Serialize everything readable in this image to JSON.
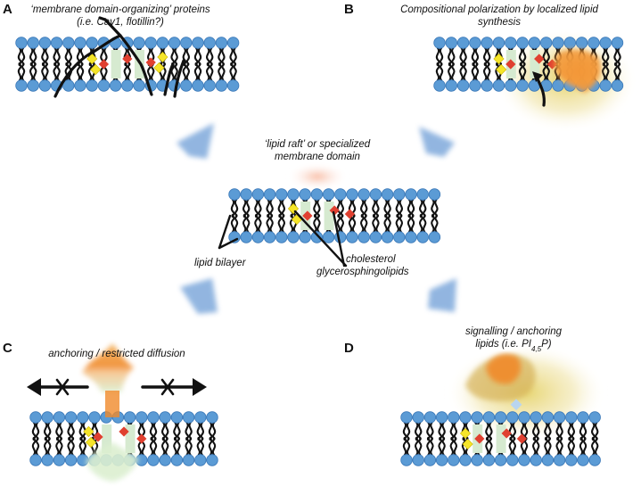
{
  "panels": {
    "A": {
      "letter": "A",
      "caption_1": "‘membrane domain-organizing’ proteins",
      "caption_2": "(i.e. Cav1, flotillin?)"
    },
    "B": {
      "letter": "B",
      "caption_1": "Compositional polarization by localized lipid",
      "caption_2": "synthesis"
    },
    "C": {
      "letter": "C",
      "caption": "anchoring / restricted diffusion"
    },
    "D": {
      "letter": "D",
      "caption_1": "signalling / anchoring",
      "caption_prefix": "lipids (i.e. PI",
      "caption_sub": "4,5",
      "caption_suffix": "P)"
    }
  },
  "center": {
    "caption_1": "‘lipid raft’ or specialized",
    "caption_2": "membrane domain",
    "label_bilayer": "lipid bilayer",
    "label_cholesterol": "cholesterol",
    "label_gsl": "glycerosphingolipids"
  },
  "colors": {
    "head": "#5b9bd5",
    "tail": "#111111",
    "cholesterol": "#f5e52a",
    "gsl": "#e04030",
    "protein_box": "#d6ead0",
    "raft_glow": "#f7b59a",
    "arrow_blue": "#7fa9db",
    "enzyme": "#f08a2a",
    "glow_yellow": "#e9d77a"
  }
}
